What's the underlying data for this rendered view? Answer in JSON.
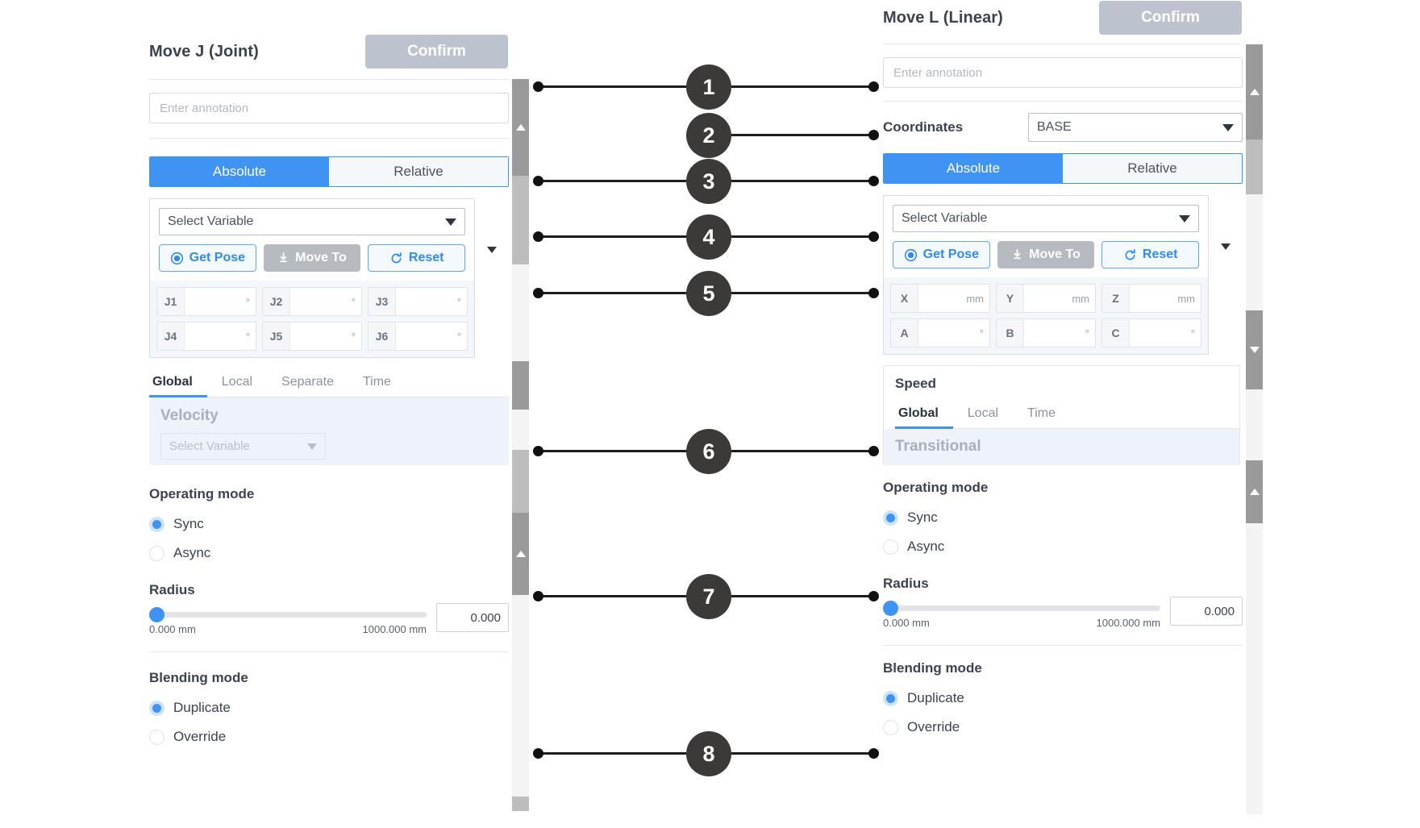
{
  "left_panel": {
    "title": "Move J (Joint)",
    "confirm_label": "Confirm",
    "annotation_placeholder": "Enter annotation",
    "mode_tabs": {
      "absolute": "Absolute",
      "relative": "Relative"
    },
    "select_variable": "Select Variable",
    "pose_buttons": {
      "get_pose": "Get Pose",
      "move_to": "Move To",
      "reset": "Reset"
    },
    "joint_fields": [
      {
        "key": "J1",
        "value": "",
        "unit": "°"
      },
      {
        "key": "J2",
        "value": "",
        "unit": "°"
      },
      {
        "key": "J3",
        "value": "",
        "unit": "°"
      },
      {
        "key": "J4",
        "value": "",
        "unit": "°"
      },
      {
        "key": "J5",
        "value": "",
        "unit": "°"
      },
      {
        "key": "J6",
        "value": "",
        "unit": "°"
      }
    ],
    "speed_tabs": [
      "Global",
      "Local",
      "Separate",
      "Time"
    ],
    "speed_active_tab": "Global",
    "velocity_label": "Velocity",
    "velocity_select": "Select Variable",
    "operating_mode": {
      "title": "Operating mode",
      "sync": "Sync",
      "async": "Async",
      "selected": "Sync"
    },
    "radius": {
      "title": "Radius",
      "min_label": "0.000 mm",
      "max_label": "1000.000 mm",
      "value": "0.000"
    },
    "blending_mode": {
      "title": "Blending mode",
      "duplicate": "Duplicate",
      "override": "Override",
      "selected": "Duplicate"
    }
  },
  "right_panel": {
    "title": "Move L (Linear)",
    "confirm_label": "Confirm",
    "annotation_placeholder": "Enter annotation",
    "coordinates_label": "Coordinates",
    "coordinates_value": "BASE",
    "mode_tabs": {
      "absolute": "Absolute",
      "relative": "Relative"
    },
    "select_variable": "Select Variable",
    "pose_buttons": {
      "get_pose": "Get Pose",
      "move_to": "Move To",
      "reset": "Reset"
    },
    "pose_fields": [
      {
        "key": "X",
        "value": "",
        "unit": "mm"
      },
      {
        "key": "Y",
        "value": "",
        "unit": "mm"
      },
      {
        "key": "Z",
        "value": "",
        "unit": "mm"
      },
      {
        "key": "A",
        "value": "",
        "unit": "°"
      },
      {
        "key": "B",
        "value": "",
        "unit": "°"
      },
      {
        "key": "C",
        "value": "",
        "unit": "°"
      }
    ],
    "speed_title": "Speed",
    "speed_tabs": [
      "Global",
      "Local",
      "Time"
    ],
    "speed_active_tab": "Global",
    "transitional_label": "Transitional",
    "operating_mode": {
      "title": "Operating mode",
      "sync": "Sync",
      "async": "Async",
      "selected": "Sync"
    },
    "radius": {
      "title": "Radius",
      "min_label": "0.000 mm",
      "max_label": "1000.000 mm",
      "value": "0.000"
    },
    "blending_mode": {
      "title": "Blending mode",
      "duplicate": "Duplicate",
      "override": "Override",
      "selected": "Duplicate"
    }
  },
  "callouts": [
    {
      "number": "1"
    },
    {
      "number": "2"
    },
    {
      "number": "3"
    },
    {
      "number": "4"
    },
    {
      "number": "5"
    },
    {
      "number": "6"
    },
    {
      "number": "7"
    },
    {
      "number": "8"
    }
  ],
  "colors": {
    "accent": "#3f94f3",
    "confirm_grey": "#bcc2ce",
    "badge": "#3b3a38",
    "panel_text": "#3c4250"
  }
}
